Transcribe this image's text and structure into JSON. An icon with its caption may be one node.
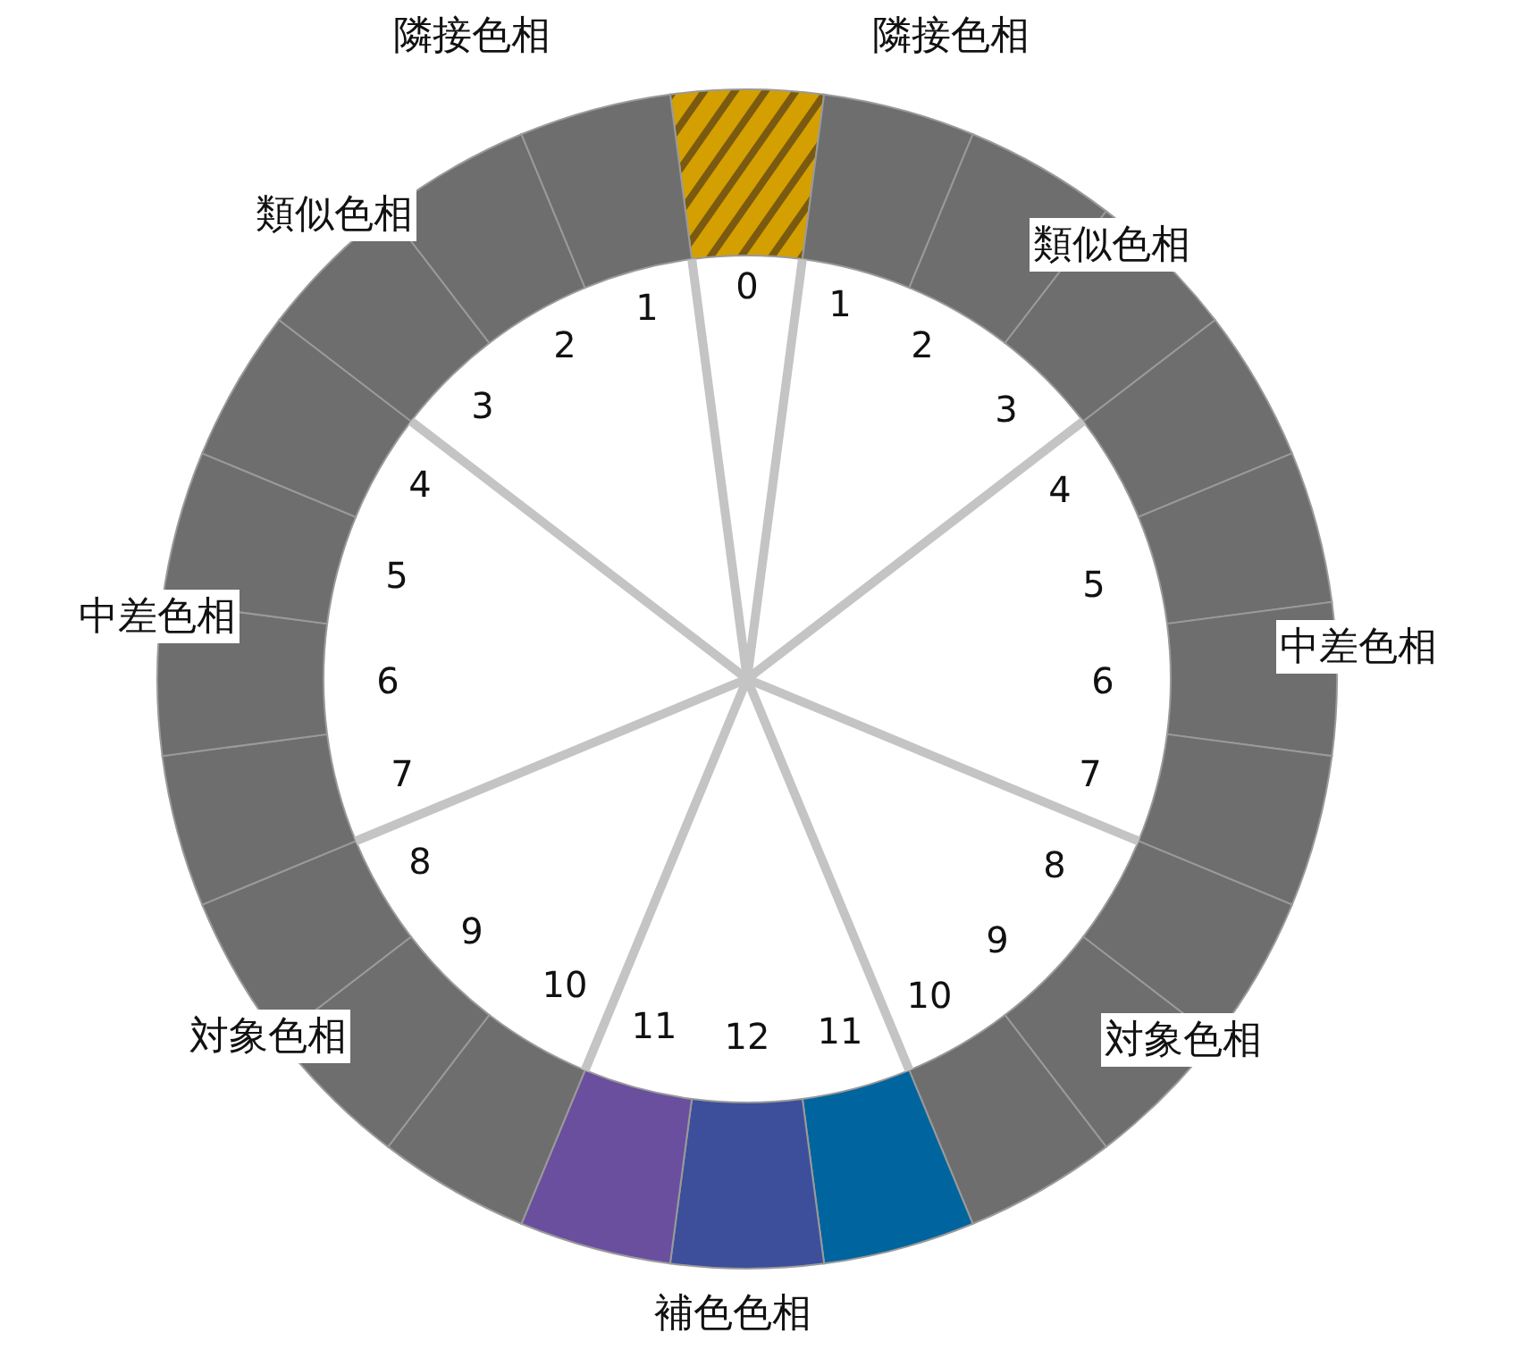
{
  "diagram": {
    "labels": [
      "隣接色相",
      "隣接色相",
      "類似色相",
      "類似色相",
      "1",
      "0",
      "1",
      "2",
      "2",
      "3",
      "3",
      "4",
      "4",
      "5",
      "5",
      "中差色相",
      "6",
      "6",
      "中差色相",
      "7",
      "7",
      "8",
      "8",
      "9",
      "9",
      "10",
      "10",
      "対象色相",
      "対象色相",
      "11",
      "12",
      "11",
      "補色色相"
    ]
  }
}
